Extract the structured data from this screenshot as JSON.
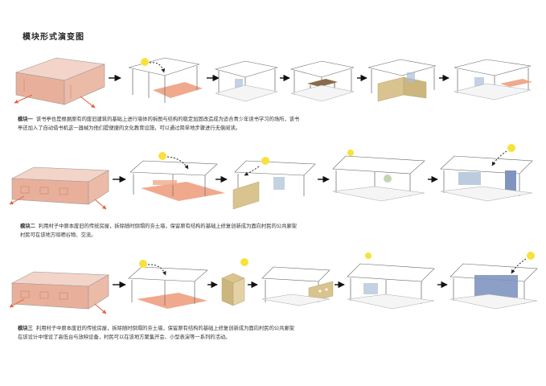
{
  "title": "模块形式演变图",
  "modules": [
    {
      "label": "模块一",
      "text1": "该书亭也是根据原有的废旧建筑的基础上进行墙体的拆图与结构的稳定加固改造成为适合青少年读书学习的场所，该书",
      "text2": "亭还加入了自动借书机这一器械为他们提便捷的文化教育设施，可以通过简单地步骤进行无偿阅读。"
    },
    {
      "label": "模块二",
      "text1": "利用村子中原本废旧的传统房屋，拆除随时倒塌的夯土墙，保留原有结构的基础上修复创新成为面向村民的公共廊架",
      "text2": "村民可在该地方晾晒谷物、交流。"
    },
    {
      "label": "模块三",
      "text1": "利用村子中原本废旧的传统房屋，拆除随时倒塌的夯土墙，保留原有结构的基础上修复创新成为面向村民的公共廊架",
      "text2": "在该设计中增设了高低台与放映设备，村民可以在该地方聚集开会、小型表演等一系列的活动。"
    }
  ],
  "colors": {
    "brick": "#e8b09a",
    "brick_line": "#c47a62",
    "floor": "#f0a98c",
    "wood": "#d9c48f",
    "glass": "#a9bfd6",
    "sun": "#f7e23a",
    "arrow": "#e0623e",
    "line": "#555555"
  }
}
